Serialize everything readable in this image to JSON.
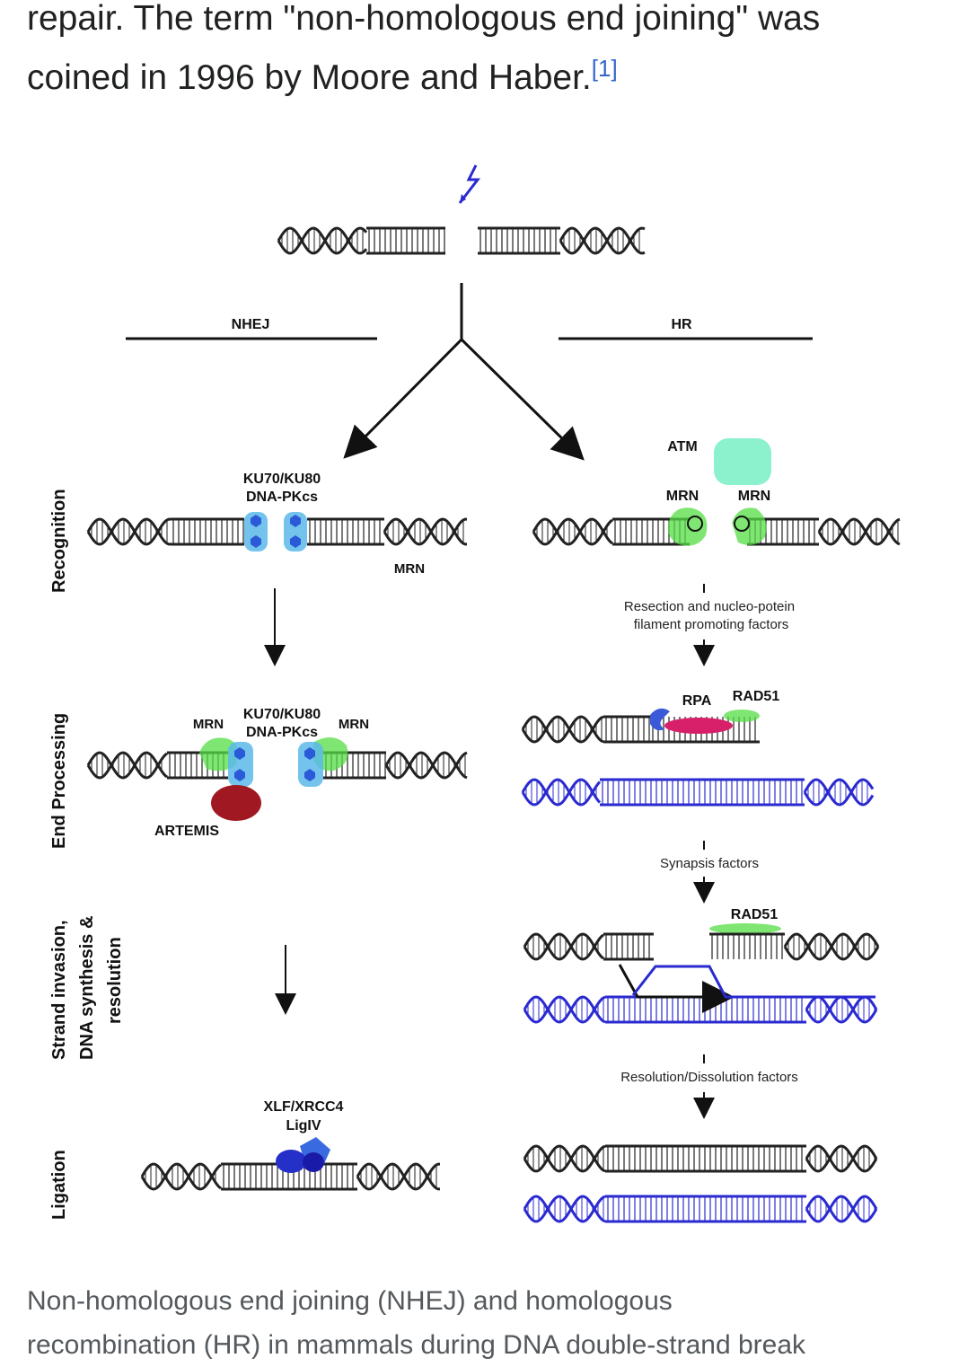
{
  "intro": {
    "line1": "repair. The term \"non-homologous end joining\" was",
    "line2": "coined in 1996 by Moore and Haber.",
    "ref": "[1]"
  },
  "diagram": {
    "pathways": {
      "left": "NHEJ",
      "right": "HR"
    },
    "rows": {
      "recognition": "Recognition",
      "end_processing": "End Processing",
      "strand_line1": "Strand invasion,",
      "strand_line2": "DNA synthesis &",
      "strand_line3": "resolution",
      "ligation": "Ligation"
    },
    "nhej": {
      "ku_line1": "KU70/KU80",
      "ku_line2": "DNA-PKcs",
      "mrn_recog": "MRN",
      "mrn_left": "MRN",
      "mrn_right": "MRN",
      "ku2_line1": "KU70/KU80",
      "ku2_line2": "DNA-PKcs",
      "artemis": "ARTEMIS",
      "xlf_line1": "XLF/XRCC4",
      "xlf_line2": "LigIV"
    },
    "hr": {
      "atm": "ATM",
      "mrn1": "MRN",
      "mrn2": "MRN",
      "resection_line1": "Resection and nucleo-potein",
      "resection_line2": "filament promoting factors",
      "rpa": "RPA",
      "rad51": "RAD51",
      "synapsis": "Synapsis factors",
      "rad51_b": "RAD51",
      "resolution": "Resolution/Dissolution factors"
    },
    "colors": {
      "dna_black": "#222222",
      "dna_blue": "#2a2ad0",
      "ku_blue": "#5ab8ea",
      "mrn_green": "#55dd44",
      "artemis_red": "#a01822",
      "rpa_pink": "#d8206a",
      "atm_teal": "#7ff0c8",
      "lig_blue": "#2430c8"
    }
  },
  "caption": {
    "line1": "Non-homologous end joining (NHEJ) and homologous",
    "line2": "recombination (HR) in mammals during DNA double-strand break"
  }
}
